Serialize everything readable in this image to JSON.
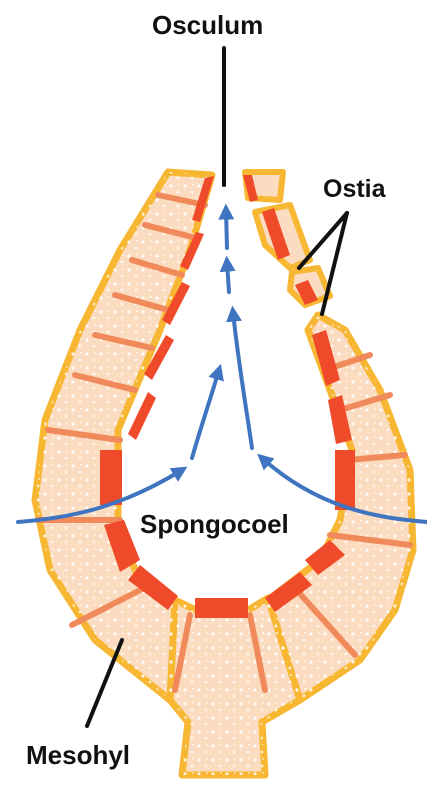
{
  "labels": {
    "osculum": "Osculum",
    "ostia": "Ostia",
    "spongocoel": "Spongocoel",
    "mesohyl": "Mesohyl"
  },
  "colors": {
    "outer_wall": "#f7b733",
    "mesohyl_fill": "#fcdcc0",
    "cell_border": "#f08a5a",
    "choanocyte": "#ef4a2a",
    "water_flow": "#3e74c0",
    "leader_line": "#111111"
  }
}
